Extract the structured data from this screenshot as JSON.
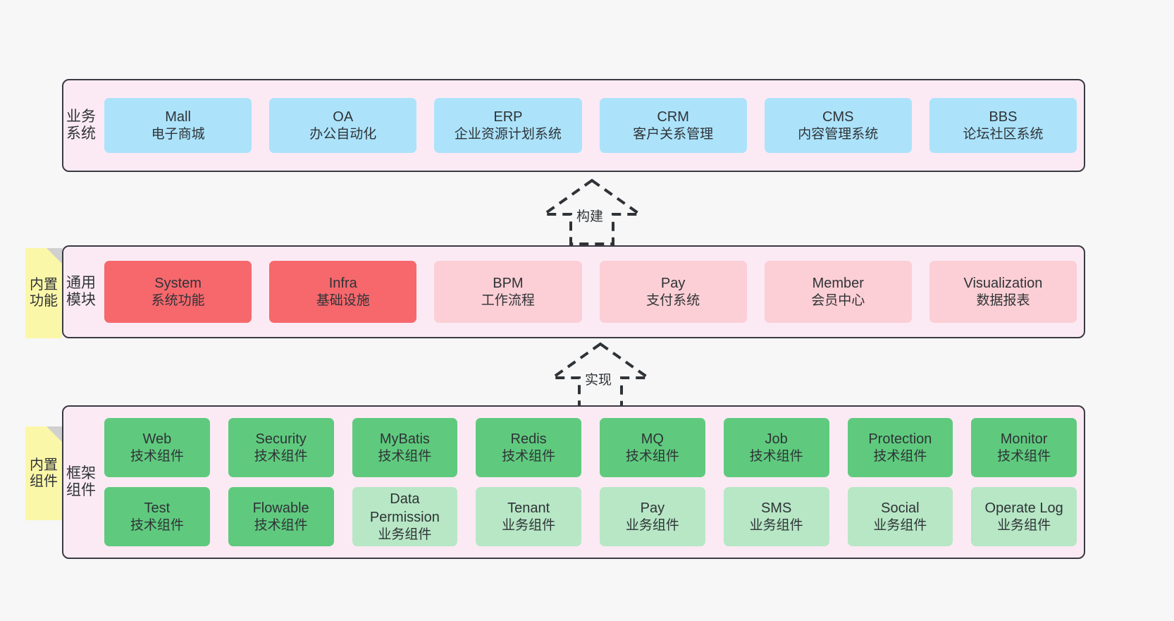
{
  "background_color": "#f7f7f7",
  "layers": [
    {
      "id": "business",
      "label": "业务系统",
      "rows": [
        {
          "nodes": [
            {
              "en": "Mall",
              "cn": "电子商城",
              "color": "#ace3fb"
            },
            {
              "en": "OA",
              "cn": "办公自动化",
              "color": "#ace3fb"
            },
            {
              "en": "ERP",
              "cn": "企业资源计划系统",
              "color": "#ace3fb"
            },
            {
              "en": "CRM",
              "cn": "客户关系管理",
              "color": "#ace3fb"
            },
            {
              "en": "CMS",
              "cn": "内容管理系统",
              "color": "#ace3fb"
            },
            {
              "en": "BBS",
              "cn": "论坛社区系统",
              "color": "#ace3fb"
            }
          ]
        }
      ]
    },
    {
      "id": "module",
      "label": "通用模块",
      "rows": [
        {
          "nodes": [
            {
              "en": "System",
              "cn": "系统功能",
              "color": "#f6686c"
            },
            {
              "en": "Infra",
              "cn": "基础设施",
              "color": "#f6686c"
            },
            {
              "en": "BPM",
              "cn": "工作流程",
              "color": "#fbcfd5"
            },
            {
              "en": "Pay",
              "cn": "支付系统",
              "color": "#fbcfd5"
            },
            {
              "en": "Member",
              "cn": "会员中心",
              "color": "#fbcfd5"
            },
            {
              "en": "Visualization",
              "cn": "数据报表",
              "color": "#fbcfd5"
            }
          ]
        }
      ]
    },
    {
      "id": "framework",
      "label": "框架组件",
      "rows": [
        {
          "nodes": [
            {
              "en": "Web",
              "cn": "技术组件",
              "color": "#5fca7e"
            },
            {
              "en": "Security",
              "cn": "技术组件",
              "color": "#5fca7e"
            },
            {
              "en": "MyBatis",
              "cn": "技术组件",
              "color": "#5fca7e"
            },
            {
              "en": "Redis",
              "cn": "技术组件",
              "color": "#5fca7e"
            },
            {
              "en": "MQ",
              "cn": "技术组件",
              "color": "#5fca7e"
            },
            {
              "en": "Job",
              "cn": "技术组件",
              "color": "#5fca7e"
            },
            {
              "en": "Protection",
              "cn": "技术组件",
              "color": "#5fca7e"
            },
            {
              "en": "Monitor",
              "cn": "技术组件",
              "color": "#5fca7e"
            }
          ]
        },
        {
          "nodes": [
            {
              "en": "Test",
              "cn": "技术组件",
              "color": "#5fca7e"
            },
            {
              "en": "Flowable",
              "cn": "技术组件",
              "color": "#5fca7e"
            },
            {
              "en": "Data Permission",
              "cn": "业务组件",
              "color": "#b7e7c5"
            },
            {
              "en": "Tenant",
              "cn": "业务组件",
              "color": "#b7e7c5"
            },
            {
              "en": "Pay",
              "cn": "业务组件",
              "color": "#b7e7c5"
            },
            {
              "en": "SMS",
              "cn": "业务组件",
              "color": "#b7e7c5"
            },
            {
              "en": "Social",
              "cn": "业务组件",
              "color": "#b7e7c5"
            },
            {
              "en": "Operate Log",
              "cn": "业务组件",
              "color": "#b7e7c5"
            }
          ]
        }
      ]
    }
  ],
  "notes": [
    {
      "id": "builtin-function",
      "label": "内置功能",
      "color": "#fbf7a8"
    },
    {
      "id": "builtin-component",
      "label": "内置组件",
      "color": "#fbf7a8"
    }
  ],
  "arrows": [
    {
      "id": "build",
      "label": "构建",
      "style": "dashed-generalization"
    },
    {
      "id": "implement",
      "label": "实现",
      "style": "dashed-generalization"
    }
  ]
}
